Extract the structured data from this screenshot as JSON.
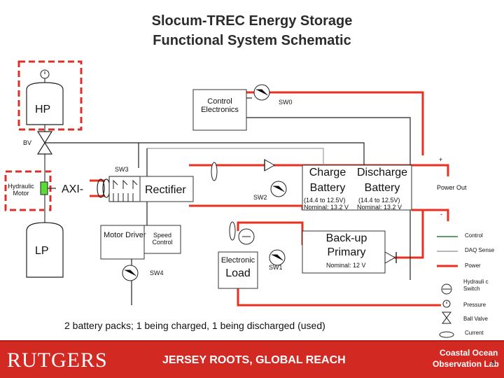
{
  "title": {
    "line1": "Slocum-TREC Energy Storage",
    "line2": "Functional System Schematic"
  },
  "components": {
    "hp": "HP",
    "lp": "LP",
    "bv": "BV",
    "control_electronics": "Control Electronics",
    "sw0": "SW0",
    "sw1": "SW1",
    "sw2": "SW2",
    "sw3": "SW3",
    "sw4": "SW4",
    "hydraulic_motor": "Hydraulic Motor",
    "axi": "AXI-",
    "rectifier": "Rectifier",
    "motor_driver": "Motor Driver",
    "speed_control": "Speed Control",
    "electronic_load_small": "Electronic",
    "electronic_load_big": "Load",
    "charge_battery": {
      "line1": "Charge",
      "line2": "Battery",
      "range": "(14.4 to 12.5V)",
      "nominal": "Nominal: 13.2 V"
    },
    "discharge_battery": {
      "line1": "Discharge",
      "line2": "Battery",
      "range": "(14.4 to 12.5V)",
      "nominal": "Nominal: 13.2 V"
    },
    "backup": {
      "line1": "Back-up",
      "line2": "Primary",
      "nominal": "Nominal: 12 V"
    },
    "plus": "+",
    "minus": "-",
    "power_out": "Power Out"
  },
  "note": "2 battery packs; 1 being charged, 1 being discharged (used)",
  "legend": [
    {
      "icon": "control-line",
      "label": "Control"
    },
    {
      "icon": "daq-sense-line",
      "label": "DAQ Sense"
    },
    {
      "icon": "power-line",
      "label": "Power"
    },
    {
      "icon": "hydraulic-switch-icon",
      "label": "Hydrauli c Switch"
    },
    {
      "icon": "pressure-icon",
      "label": "Pressure"
    },
    {
      "icon": "ball-valve-icon",
      "label": "Ball Valve"
    },
    {
      "icon": "current-icon",
      "label": "Current"
    }
  ],
  "footer": {
    "brand": "RUTGERS",
    "tagline": "JERSEY ROOTS, GLOBAL REACH",
    "lab_line1": "Coastal Ocean",
    "lab_line2": "Observation Lab",
    "page": "8"
  },
  "colors": {
    "power": "#e8321f",
    "control": "#2a7a3a",
    "sense": "#9aa0a6",
    "dashed_box": "#d9312a",
    "footer_bg": "#d22a22",
    "hydraulic_motor": "#5fd93a"
  }
}
